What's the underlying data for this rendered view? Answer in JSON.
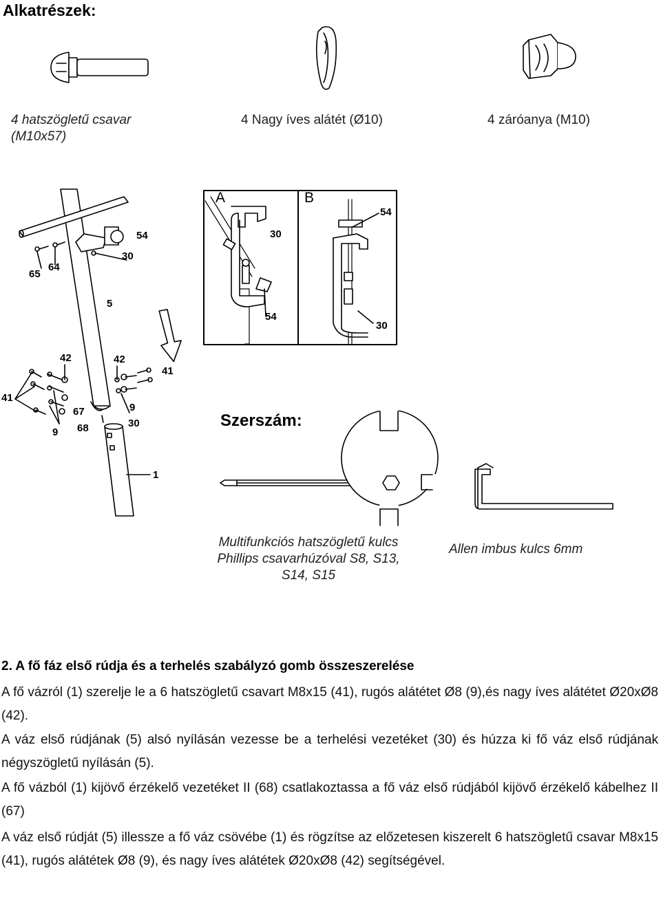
{
  "header": {
    "title": "Alkatrészek:"
  },
  "parts": [
    {
      "caption_line1": "4 hatszögletű csavar",
      "caption_line2": "(M10x57)",
      "icon": "carriage-bolt-icon"
    },
    {
      "caption": "4 Nagy íves alátét (Ø10)",
      "icon": "curved-washer-icon"
    },
    {
      "caption": "4 záróanya (M10)",
      "icon": "cap-nut-icon"
    }
  ],
  "diagram": {
    "main_labels": [
      "54",
      "30",
      "65",
      "64",
      "5",
      "42",
      "42",
      "41",
      "41",
      "67",
      "9",
      "9",
      "68",
      "30",
      "1"
    ],
    "detail": {
      "panel_a": "A",
      "panel_b": "B",
      "a_labels": [
        "30",
        "54"
      ],
      "b_labels": [
        "54",
        "30"
      ]
    }
  },
  "tools": {
    "title": "Szerszám:",
    "multitool_caption": [
      "Multifunkciós hatszögletű kulcs",
      "Phillips csavarhúzóval S8, S13,",
      "S14, S15"
    ],
    "allen_caption": "Allen imbus kulcs 6mm"
  },
  "section": {
    "title": "2. A fő fáz első rúdja és a terhelés szabályzó gomb összeszerelése",
    "paragraphs": [
      "A fő vázról (1) szerelje le a 6 hatszögletű csavart M8x15 (41), rugós alátétet Ø8 (9),és nagy íves alátétet Ø20xØ8 (42).",
      "A váz első rúdjának (5) alsó nyílásán vezesse be a terhelési vezetéket (30) és húzza ki fő váz első rúdjának négyszögletű nyílásán (5).",
      "A fő vázból (1) kijövő érzékelő vezetéket II (68) csatlakoztassa a fő váz első rúdjából kijövő érzékelő kábelhez II (67)",
      "A váz első rúdját (5) illessze a fő váz csövébe (1) és rögzítse az előzetesen kiszerelt 6 hatszögletű csavar M8x15 (41), rugós alátétek Ø8 (9), és nagy íves alátétek Ø20xØ8 (42) segítségével."
    ]
  }
}
